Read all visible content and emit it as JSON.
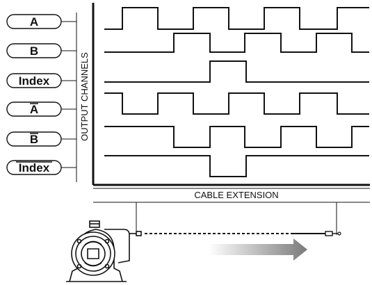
{
  "channels": [
    {
      "label": "A",
      "overline": false,
      "levels": [
        0,
        1,
        0,
        1,
        0,
        1,
        0,
        1
      ]
    },
    {
      "label": "B",
      "overline": false,
      "levels": [
        0,
        0,
        1,
        0,
        1,
        0,
        1,
        0
      ]
    },
    {
      "label": "Index",
      "overline": false,
      "levels": [
        0,
        0,
        0,
        1,
        0,
        0,
        0,
        0
      ]
    },
    {
      "label": "A",
      "overline": true,
      "levels": [
        1,
        0,
        1,
        0,
        1,
        0,
        1,
        0
      ]
    },
    {
      "label": "B",
      "overline": true,
      "levels": [
        1,
        1,
        0,
        1,
        0,
        1,
        0,
        1
      ]
    },
    {
      "label": "Index",
      "overline": true,
      "levels": [
        1,
        1,
        1,
        0,
        1,
        1,
        1,
        1
      ]
    }
  ],
  "y_axis_label": "OUTPUT CHANNELS",
  "x_axis_label": "CABLE EXTENSION",
  "colors": {
    "line": "#111111",
    "arrow_start": "#ffffff",
    "arrow_end": "#777777"
  }
}
